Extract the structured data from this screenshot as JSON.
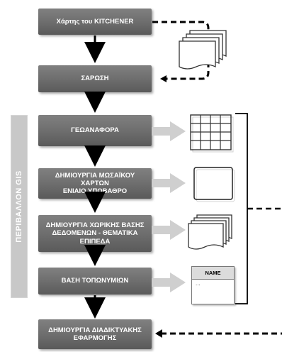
{
  "steps": {
    "kitchener": "Χάρτης του KITCHENER",
    "scan": "ΣΑΡΩΣΗ",
    "georef": "ΓΕΩΑΝΑΦΟΡΑ",
    "mosaic": "ΔΗΜΙΟΥΡΓΙΑ ΜΩΣΑΪΚΟΥ ΧΑΡΤΩΝ\nΕΝΙΑΙΟ ΥΠΟΒΑΘΡΟ",
    "spatial_db": "ΔΗΜΙΟΥΡΓΙΑ ΧΩΡΙΚΗΣ ΒΑΣΗΣ\nΔΕΔΟΜΕΝΩΝ - ΘΕΜΑΤΙΚΑ\nΕΠΙΠΕΔΑ",
    "toponyms": "ΒΑΣΗ ΤΟΠΩΝΥΜΙΩΝ",
    "web_app": "ΔΗΜΙΟΥΡΓΙΑ ΔΙΑΔΙΚΤΥΑΚΗΣ\nΕΦΑΡΜΟΓΗΣ"
  },
  "side_label": "ΠΕΡΙΒΑΛΛΟΝ GIS",
  "name_table": {
    "header": "NAME",
    "row": "..."
  },
  "colors": {
    "step_fill": "#6f6f6f",
    "band_fill": "#c8c8c8",
    "grey_arrow": "#cfcfcf",
    "black": "#000000"
  },
  "icons": {
    "paper_stack": "stacked-documents-icon",
    "grid": "grid-map-icon",
    "blank_map": "blank-map-icon",
    "layers": "stacked-layers-icon",
    "name_table": "table-icon"
  }
}
